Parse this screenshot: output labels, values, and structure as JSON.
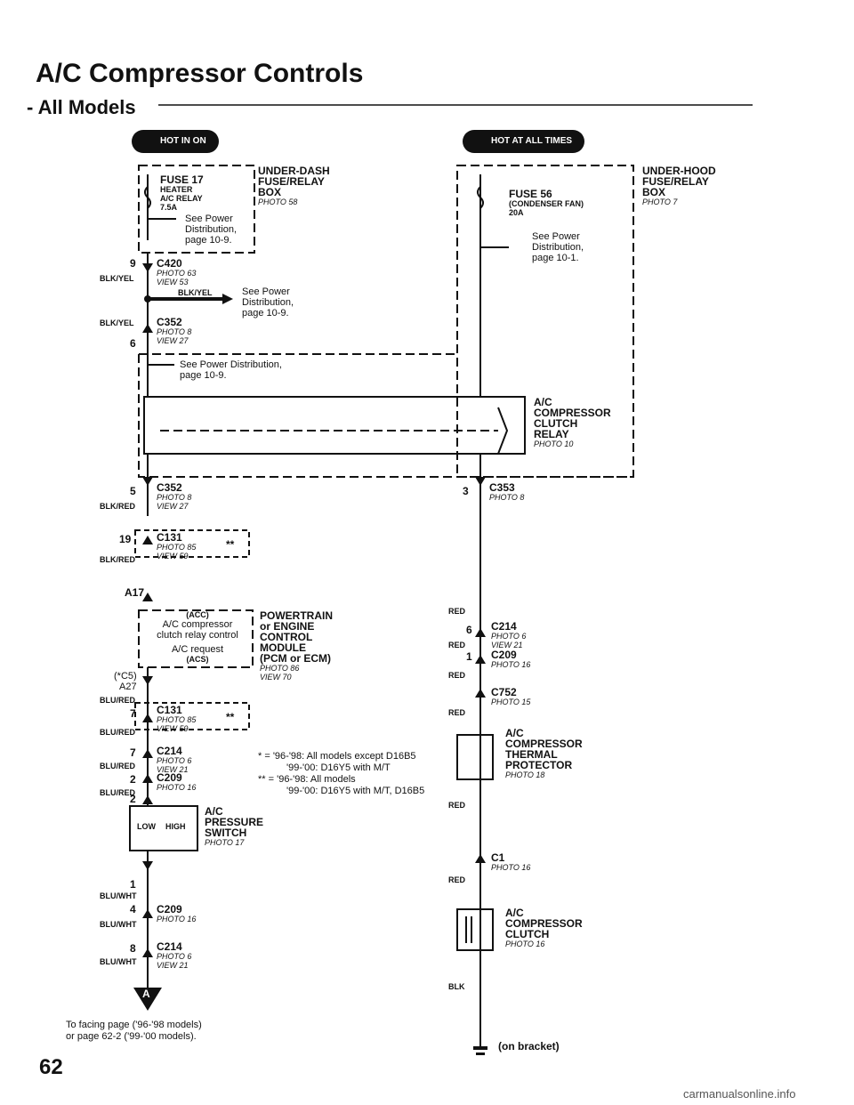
{
  "title": "A/C Compressor Controls",
  "subtitle": "- All Models",
  "left_badge": "HOT IN ON",
  "right_badge": "HOT AT ALL TIMES",
  "fuse17": {
    "name": "FUSE 17",
    "desc1": "HEATER",
    "desc2": "A/C RELAY",
    "rating": "7.5A",
    "see": [
      "See Power",
      "Distribution,",
      "page 10-9."
    ]
  },
  "underdash": {
    "l1": "UNDER-DASH",
    "l2": "FUSE/RELAY",
    "l3": "BOX",
    "photo": "PHOTO 58"
  },
  "fuse56": {
    "name": "FUSE 56",
    "desc": "(CONDENSER FAN)",
    "rating": "20A",
    "see": [
      "See Power",
      "Distribution,",
      "page 10-1."
    ]
  },
  "underhood": {
    "l1": "UNDER-HOOD",
    "l2": "FUSE/RELAY",
    "l3": "BOX",
    "photo": "PHOTO 7"
  },
  "c420": {
    "pin": "9",
    "name": "C420",
    "photo": "PHOTO 63",
    "view": "VIEW 53",
    "wire": "BLK/YEL"
  },
  "splice": {
    "wire": "BLK/YEL",
    "see": [
      "See Power",
      "Distribution,",
      "page 10-9."
    ]
  },
  "c352a": {
    "pin": "6",
    "name": "C352",
    "photo": "PHOTO 8",
    "view": "VIEW 27",
    "wire": "BLK/YEL"
  },
  "see_pd": [
    "See Power Distribution,",
    "page 10-9."
  ],
  "relay": {
    "l1": "A/C",
    "l2": "COMPRESSOR",
    "l3": "CLUTCH",
    "l4": "RELAY",
    "photo": "PHOTO 10"
  },
  "c352b": {
    "pin": "5",
    "name": "C352",
    "photo": "PHOTO 8",
    "view": "VIEW 27",
    "wire": "BLK/RED"
  },
  "c131a": {
    "pin": "19",
    "name": "C131",
    "photo": "PHOTO 85",
    "view": "VIEW 59",
    "mark": "**",
    "wire": "BLK/RED"
  },
  "a17": "A17",
  "pcm": {
    "acc": "(ACC)",
    "l1": "A/C compressor",
    "l2": "clutch relay control",
    "l3": "A/C request",
    "acs": "(ACS)",
    "r1": "POWERTRAIN",
    "r2": "or ENGINE",
    "r3": "CONTROL",
    "r4": "MODULE",
    "r5": "(PCM or ECM)",
    "photo": "PHOTO 86",
    "view": "VIEW 70"
  },
  "c5": "(*C5)",
  "a27": "A27",
  "c131b": {
    "pin": "7",
    "name": "C131",
    "photo": "PHOTO 85",
    "view": "VIEW 59",
    "mark": "**",
    "wire_top": "BLU/RED",
    "wire": "BLU/RED"
  },
  "c214a": {
    "pin": "7",
    "name": "C214",
    "photo": "PHOTO 6",
    "view": "VIEW 21",
    "wire": "BLU/RED"
  },
  "c209a": {
    "pin": "2",
    "name": "C209",
    "photo": "PHOTO 16",
    "wire": "BLU/RED"
  },
  "pin2": "2",
  "notes": [
    "* = '96-'98: All models except D16B5",
    "'99-'00: D16Y5 with M/T",
    "** = '96-'98: All models",
    "'99-'00: D16Y5 with M/T, D16B5"
  ],
  "pswitch": {
    "low": "LOW",
    "high": "HIGH",
    "l1": "A/C",
    "l2": "PRESSURE",
    "l3": "SWITCH",
    "photo": "PHOTO 17"
  },
  "pin1": "1",
  "wire_bw": "BLU/WHT",
  "c209b": {
    "pin": "4",
    "name": "C209",
    "photo": "PHOTO 16",
    "wire": "BLU/WHT"
  },
  "c214b": {
    "pin": "8",
    "name": "C214",
    "photo": "PHOTO 6",
    "view": "VIEW 21",
    "wire": "BLU/WHT"
  },
  "arrow_a": "A",
  "facing": [
    "To facing page ('96-'98 models)",
    "or page 62-2 ('99-'00 models)."
  ],
  "c353": {
    "pin": "3",
    "name": "C353",
    "photo": "PHOTO 8"
  },
  "red": "RED",
  "c214c": {
    "pin": "6",
    "name": "C214",
    "photo": "PHOTO 6",
    "view": "VIEW 21"
  },
  "c209c": {
    "pin": "1",
    "name": "C209",
    "photo": "PHOTO 16"
  },
  "c752": {
    "name": "C752",
    "photo": "PHOTO 15"
  },
  "thermal": {
    "l1": "A/C",
    "l2": "COMPRESSOR",
    "l3": "THERMAL",
    "l4": "PROTECTOR",
    "photo": "PHOTO 18"
  },
  "c1": {
    "name": "C1",
    "photo": "PHOTO 16"
  },
  "clutch": {
    "l1": "A/C",
    "l2": "COMPRESSOR",
    "l3": "CLUTCH",
    "photo": "PHOTO 16"
  },
  "blk": "BLK",
  "ground": "(on bracket)",
  "page_number": "62",
  "watermark": "carmanualsonline.info"
}
